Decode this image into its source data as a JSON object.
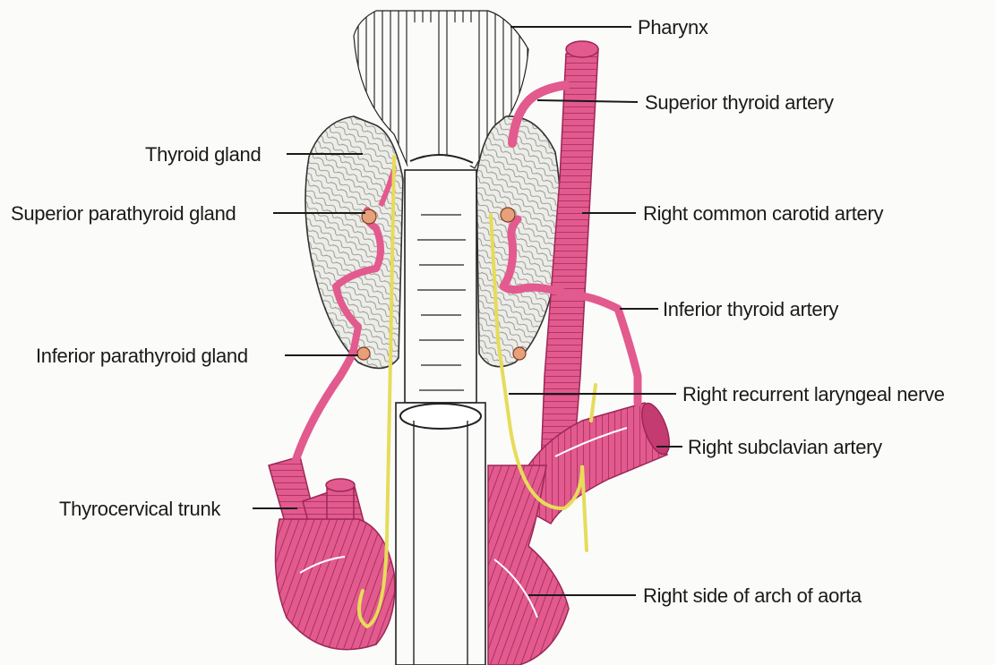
{
  "labels": {
    "pharynx": "Pharynx",
    "superior_thyroid_artery": "Superior thyroid artery",
    "thyroid_gland": "Thyroid gland",
    "right_common_carotid_artery": "Right common carotid artery",
    "superior_parathyroid_gland": "Superior parathyroid gland",
    "inferior_thyroid_artery": "Inferior thyroid artery",
    "inferior_parathyroid_gland": "Inferior parathyroid gland",
    "right_recurrent_laryngeal_nerve": "Right recurrent laryngeal nerve",
    "right_subclavian_artery": "Right subclavian artery",
    "thyrocervical_trunk": "Thyrocervical trunk",
    "right_side_of_arch_of_aorta": "Right side of arch of aorta"
  },
  "colors": {
    "artery": "#e25a8e",
    "artery_dark": "#b8336a",
    "nerve": "#e6dc5a",
    "gland_fill": "#eeeeea",
    "parathyroid": "#e8a07a",
    "ink": "#1a1a1a"
  }
}
